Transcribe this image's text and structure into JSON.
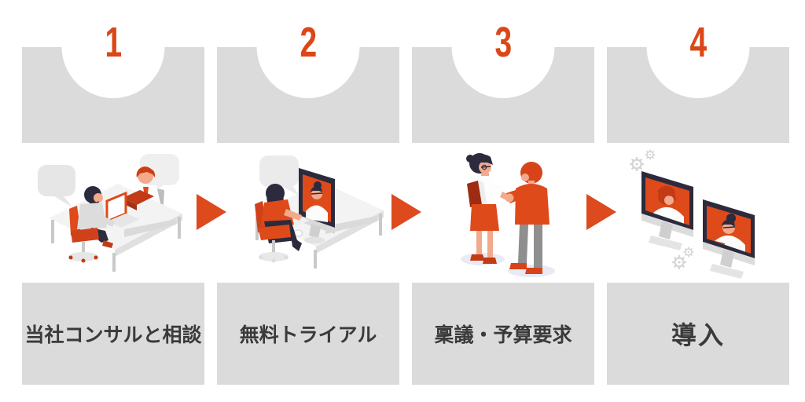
{
  "diagram": {
    "type": "process-flow",
    "step_count": 4,
    "colors": {
      "accent_orange": "#DC4717",
      "arrow_orange": "#DC4A1E",
      "block_gray": "#DBDBDB",
      "label_text": "#3A3A3A",
      "background": "#FFFFFF"
    }
  },
  "steps": [
    {
      "number": "1",
      "label": "当社コンサルと相談",
      "illustration": "two-people-consulting-at-desk"
    },
    {
      "number": "2",
      "label": "無料トライアル",
      "illustration": "woman-on-video-call-at-desk"
    },
    {
      "number": "3",
      "label": "稟議・予算要求",
      "illustration": "two-people-handshake"
    },
    {
      "number": "4",
      "label": "導入",
      "illustration": "two-monitors-video-meeting-with-gears"
    }
  ],
  "arrows": [
    {
      "direction": "right"
    },
    {
      "direction": "right"
    },
    {
      "direction": "right"
    }
  ]
}
